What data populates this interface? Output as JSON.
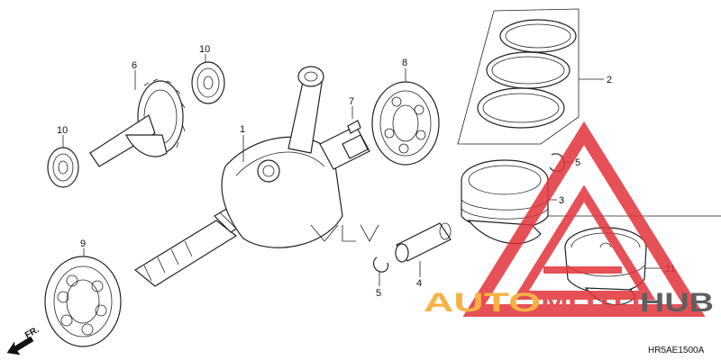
{
  "callouts": {
    "c1": "1",
    "c2": "2",
    "c3": "3",
    "c4": "4",
    "c5a": "5",
    "c5b": "5",
    "c6": "6",
    "c7": "7",
    "c8": "8",
    "c9": "9",
    "c10a": "10",
    "c10b": "10",
    "c11": "11"
  },
  "front_arrow_label": "FR.",
  "diagram_code": "HR5AE1500A",
  "watermark": {
    "part1": "AUTO",
    "part2": "MOTO",
    "part3": "HUB",
    "color_red": "#e2323a",
    "color_orange": "#f5a623",
    "color_gray": "#444444"
  }
}
